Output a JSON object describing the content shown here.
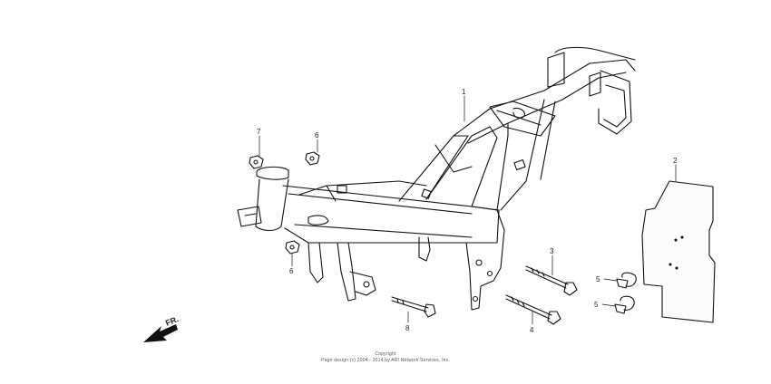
{
  "diagram": {
    "callouts": [
      {
        "id": "frame",
        "label": "1"
      },
      {
        "id": "plate",
        "label": "2"
      },
      {
        "id": "bolt-upper",
        "label": "3"
      },
      {
        "id": "bolt-lower",
        "label": "4"
      },
      {
        "id": "clip-upper",
        "label": "5"
      },
      {
        "id": "clip-lower",
        "label": "5"
      },
      {
        "id": "nut-top",
        "label": "6"
      },
      {
        "id": "nut-left",
        "label": "6"
      },
      {
        "id": "nut-7",
        "label": "7"
      },
      {
        "id": "bolt-8",
        "label": "8"
      }
    ],
    "direction_label": "FR.",
    "copyright": {
      "line1": "Copyright",
      "line2": "Page design (c) 2004 - 2014 by ARI Network Services, Inc."
    },
    "colors": {
      "line": "#111111",
      "background": "#ffffff",
      "plate_fill": "#fbfbfb"
    }
  }
}
